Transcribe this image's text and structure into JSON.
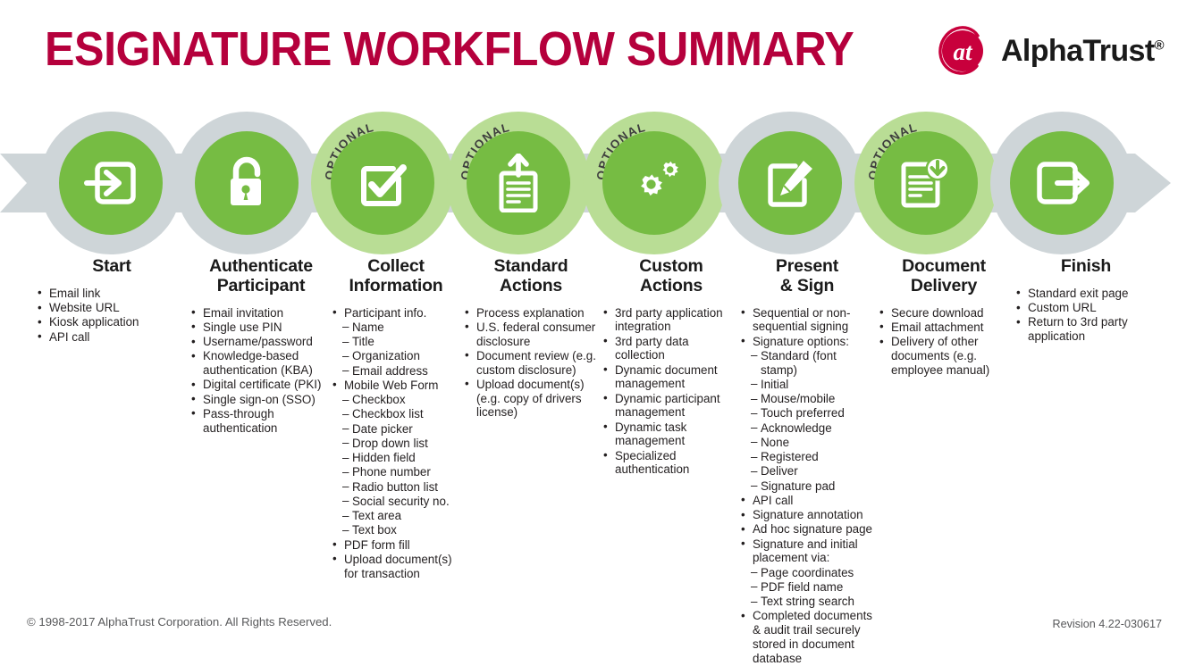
{
  "header": {
    "title": "ESIGNATURE WORKFLOW SUMMARY",
    "logo_text": "AlphaTrust",
    "logo_registered": "®",
    "logo_mark_letters": "at",
    "brand_color": "#b5003c"
  },
  "colors": {
    "brand_crimson": "#b5003c",
    "green": "#76bc43",
    "ring_gray": "#ced5d8",
    "ring_light_green": "#b9dd95",
    "ribbon_gray": "#ced5d8",
    "text_dark": "#231f20",
    "footer_gray": "#58595b"
  },
  "flow": {
    "optional_badge_label": "OPTIONAL",
    "steps": [
      {
        "id": "start",
        "icon": "login-arrow-icon",
        "optional": false
      },
      {
        "id": "authenticate-participant",
        "icon": "open-padlock-icon",
        "optional": false
      },
      {
        "id": "collect-information",
        "icon": "checkbox-check-icon",
        "optional": true
      },
      {
        "id": "standard-actions",
        "icon": "document-upload-icon",
        "optional": true
      },
      {
        "id": "custom-actions",
        "icon": "gears-icon",
        "optional": true
      },
      {
        "id": "present-and-sign",
        "icon": "document-pencil-icon",
        "optional": false
      },
      {
        "id": "document-delivery",
        "icon": "document-download-icon",
        "optional": true
      },
      {
        "id": "finish",
        "icon": "exit-arrow-icon",
        "optional": false
      }
    ]
  },
  "columns": [
    {
      "id": "start",
      "title": "Start",
      "items": [
        {
          "level": 1,
          "text": "Email link"
        },
        {
          "level": 1,
          "text": "Website URL"
        },
        {
          "level": 1,
          "text": "Kiosk application"
        },
        {
          "level": 1,
          "text": "API call"
        }
      ]
    },
    {
      "id": "authenticate-participant",
      "title": "Authenticate\nParticipant",
      "items": [
        {
          "level": 1,
          "text": "Email invitation"
        },
        {
          "level": 1,
          "text": "Single use PIN"
        },
        {
          "level": 1,
          "text": "Username/password"
        },
        {
          "level": 1,
          "text": "Knowledge-based authentication (KBA)"
        },
        {
          "level": 1,
          "text": "Digital certificate (PKI)"
        },
        {
          "level": 1,
          "text": "Single sign-on (SSO)"
        },
        {
          "level": 1,
          "text": "Pass-through authentication"
        }
      ]
    },
    {
      "id": "collect-information",
      "title": "Collect\nInformation",
      "items": [
        {
          "level": 1,
          "text": "Participant info."
        },
        {
          "level": 2,
          "text": "Name"
        },
        {
          "level": 2,
          "text": "Title"
        },
        {
          "level": 2,
          "text": "Organization"
        },
        {
          "level": 2,
          "text": "Email address"
        },
        {
          "level": 1,
          "text": "Mobile Web Form"
        },
        {
          "level": 2,
          "text": "Checkbox"
        },
        {
          "level": 2,
          "text": "Checkbox list"
        },
        {
          "level": 2,
          "text": "Date picker"
        },
        {
          "level": 2,
          "text": "Drop down list"
        },
        {
          "level": 2,
          "text": "Hidden field"
        },
        {
          "level": 2,
          "text": "Phone number"
        },
        {
          "level": 2,
          "text": "Radio button list"
        },
        {
          "level": 2,
          "text": "Social security no."
        },
        {
          "level": 2,
          "text": "Text area"
        },
        {
          "level": 2,
          "text": "Text box"
        },
        {
          "level": 1,
          "text": "PDF form fill"
        },
        {
          "level": 1,
          "text": "Upload document(s) for transaction"
        }
      ]
    },
    {
      "id": "standard-actions",
      "title": "Standard\nActions",
      "items": [
        {
          "level": 1,
          "text": "Process explanation"
        },
        {
          "level": 1,
          "text": "U.S. federal consumer disclosure"
        },
        {
          "level": 1,
          "text": "Document review (e.g. custom disclosure)"
        },
        {
          "level": 1,
          "text": "Upload document(s) (e.g. copy of drivers license)"
        }
      ]
    },
    {
      "id": "custom-actions",
      "title": "Custom\nActions",
      "items": [
        {
          "level": 1,
          "text": "3rd party application integration"
        },
        {
          "level": 1,
          "text": "3rd party data collection"
        },
        {
          "level": 1,
          "text": "Dynamic document management"
        },
        {
          "level": 1,
          "text": "Dynamic participant management"
        },
        {
          "level": 1,
          "text": "Dynamic task management"
        },
        {
          "level": 1,
          "text": "Specialized authentication"
        }
      ]
    },
    {
      "id": "present-and-sign",
      "title": "Present\n& Sign",
      "items": [
        {
          "level": 1,
          "text": "Sequential or non-sequential signing"
        },
        {
          "level": 1,
          "text": "Signature options:"
        },
        {
          "level": 2,
          "text": "Standard (font stamp)"
        },
        {
          "level": 2,
          "text": "Initial"
        },
        {
          "level": 2,
          "text": "Mouse/mobile"
        },
        {
          "level": 2,
          "text": "Touch preferred"
        },
        {
          "level": 2,
          "text": "Acknowledge"
        },
        {
          "level": 2,
          "text": "None"
        },
        {
          "level": 2,
          "text": "Registered"
        },
        {
          "level": 2,
          "text": "Deliver"
        },
        {
          "level": 2,
          "text": "Signature pad"
        },
        {
          "level": 1,
          "text": "API call"
        },
        {
          "level": 1,
          "text": "Signature annotation"
        },
        {
          "level": 1,
          "text": "Ad hoc signature page"
        },
        {
          "level": 1,
          "text": "Signature and initial placement via:"
        },
        {
          "level": 2,
          "text": "Page coordinates"
        },
        {
          "level": 2,
          "text": "PDF field name"
        },
        {
          "level": 2,
          "text": "Text string search"
        },
        {
          "level": 1,
          "text": "Completed documents & audit trail securely stored in document database"
        }
      ]
    },
    {
      "id": "document-delivery",
      "title": "Document\nDelivery",
      "items": [
        {
          "level": 1,
          "text": "Secure download"
        },
        {
          "level": 1,
          "text": "Email attachment"
        },
        {
          "level": 1,
          "text": "Delivery of other documents (e.g. employee manual)"
        }
      ]
    },
    {
      "id": "finish",
      "title": "Finish",
      "items": [
        {
          "level": 1,
          "text": "Standard exit page"
        },
        {
          "level": 1,
          "text": "Custom URL"
        },
        {
          "level": 1,
          "text": "Return to 3rd party application"
        }
      ]
    }
  ],
  "footer": {
    "copyright": "© 1998-2017 AlphaTrust Corporation.  All Rights Reserved.",
    "revision": "Revision 4.22-030617"
  }
}
